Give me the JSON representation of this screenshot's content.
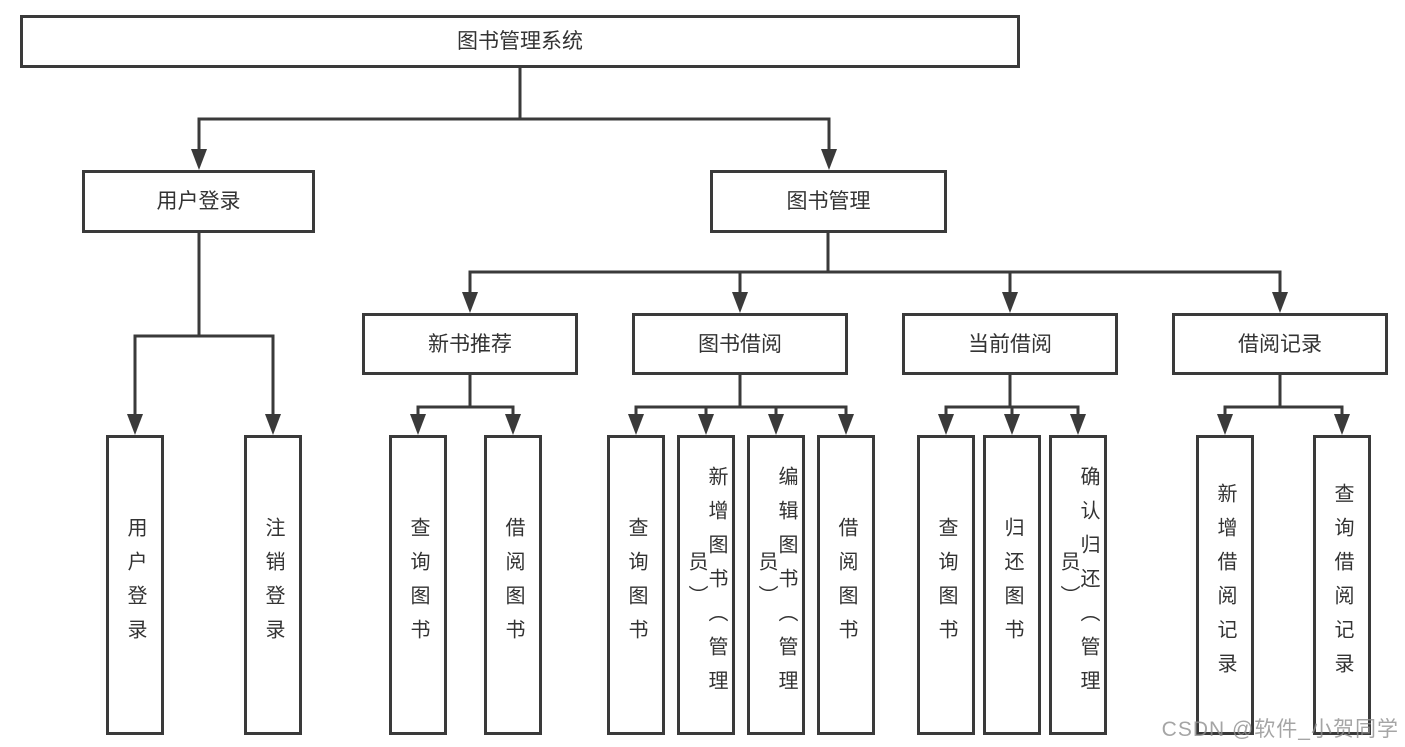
{
  "diagram": {
    "title": "图书管理系统",
    "level2": {
      "user_login": "用户登录",
      "book_management": "图书管理"
    },
    "level3": {
      "new_book_recommend": "新书推荐",
      "book_borrowing": "图书借阅",
      "current_borrowing": "当前借阅",
      "borrowing_records": "借阅记录"
    },
    "leaves": {
      "user_login": "用户登录",
      "logout": "注销登录",
      "recommend_query_books": "查询图书",
      "recommend_borrow_books": "借阅图书",
      "borrowing_query_books": "查询图书",
      "borrowing_add_books_admin": "新增图书（管理员）",
      "borrowing_edit_books_admin": "编辑图书（管理员）",
      "borrowing_borrow_books": "借阅图书",
      "current_query_books": "查询图书",
      "current_return_books": "归还图书",
      "current_confirm_return_admin": "确认归还（管理员）",
      "records_add_record": "新增借阅记录",
      "records_query_record": "查询借阅记录"
    }
  },
  "watermark": "CSDN @软件_小贺同学",
  "colors": {
    "line": "#3a3a3a",
    "text": "#333333",
    "watermark": "#8f8f8f",
    "background": "#ffffff"
  }
}
